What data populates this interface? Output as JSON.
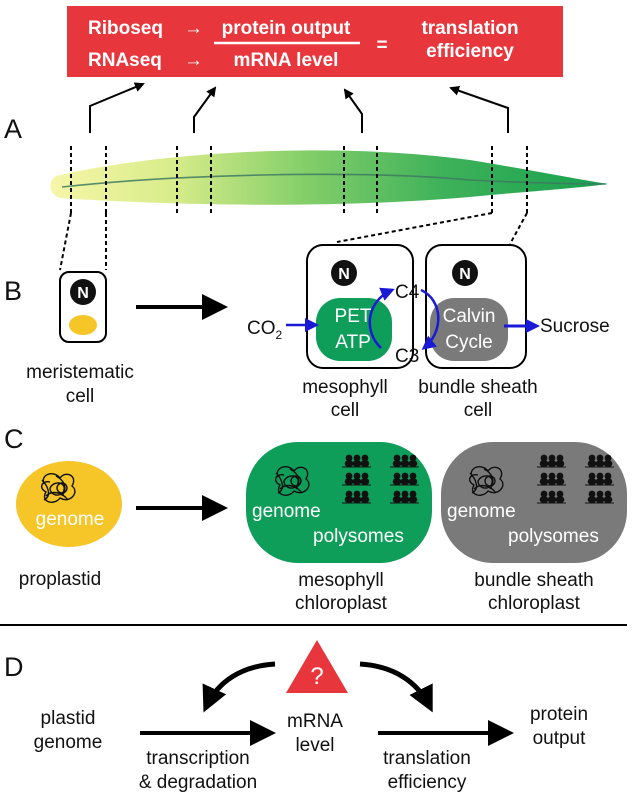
{
  "header": {
    "riboseq": "Riboseq",
    "rnaseq": "RNAseq",
    "arrow": "→",
    "numerator": "protein output",
    "denominator": "mRNA level",
    "equals": "=",
    "result_line1": "translation",
    "result_line2": "efficiency"
  },
  "panels": {
    "a": "A",
    "b": "B",
    "c": "C",
    "d": "D"
  },
  "panel_b": {
    "nucleus_letter": "N",
    "meristematic_line1": "meristematic",
    "meristematic_line2": "cell",
    "co2_main": "CO",
    "co2_sub": "2",
    "pet": "PET",
    "atp": "ATP",
    "c4": "C4",
    "c3": "C3",
    "calvin": "Calvin",
    "cycle": "Cycle",
    "sucrose": "Sucrose",
    "mesophyll_line1": "mesophyll",
    "mesophyll_line2": "cell",
    "bundle_line1": "bundle sheath",
    "bundle_line2": "cell"
  },
  "panel_c": {
    "genome": "genome",
    "polysomes": "polysomes",
    "proplastid": "proplastid",
    "meso_line1": "mesophyll",
    "meso_line2": "chloroplast",
    "bs_line1": "bundle sheath",
    "bs_line2": "chloroplast"
  },
  "panel_d": {
    "question": "?",
    "plastid_line1": "plastid",
    "plastid_line2": "genome",
    "mrna_line1": "mRNA",
    "mrna_line2": "level",
    "protein_line1": "protein",
    "protein_line2": "output",
    "transcription_line1": "transcription",
    "transcription_line2": "& degradation",
    "translation_line1": "translation",
    "translation_line2": "efficiency"
  },
  "colors": {
    "header_red": "#e8363d",
    "mesophyll_green": "#0e9e5a",
    "bundle_gray": "#7a7a7a",
    "proplastid_yellow": "#f6c527",
    "leaf_green": "#2aa852",
    "leaf_yellow": "#f3f39a",
    "arrow_blue": "#1a1ad6"
  }
}
